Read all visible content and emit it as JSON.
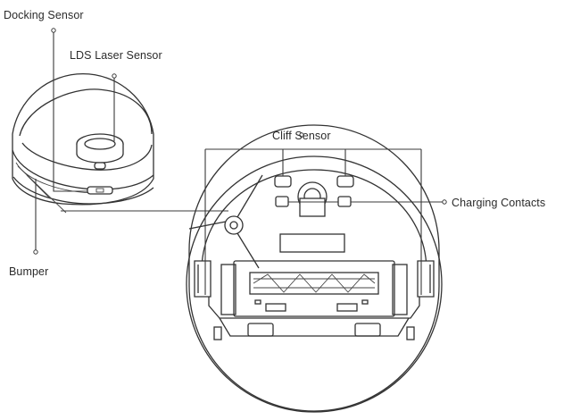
{
  "labels": {
    "docking_sensor": "Docking Sensor",
    "lds_laser_sensor": "LDS Laser Sensor",
    "bumper": "Bumper",
    "cliff_sensor": "Cliff Sensor",
    "charging_contacts": "Charging Contacts"
  },
  "colors": {
    "line": "#3a3a3a",
    "text": "#2b2b2b",
    "background": "#ffffff"
  }
}
